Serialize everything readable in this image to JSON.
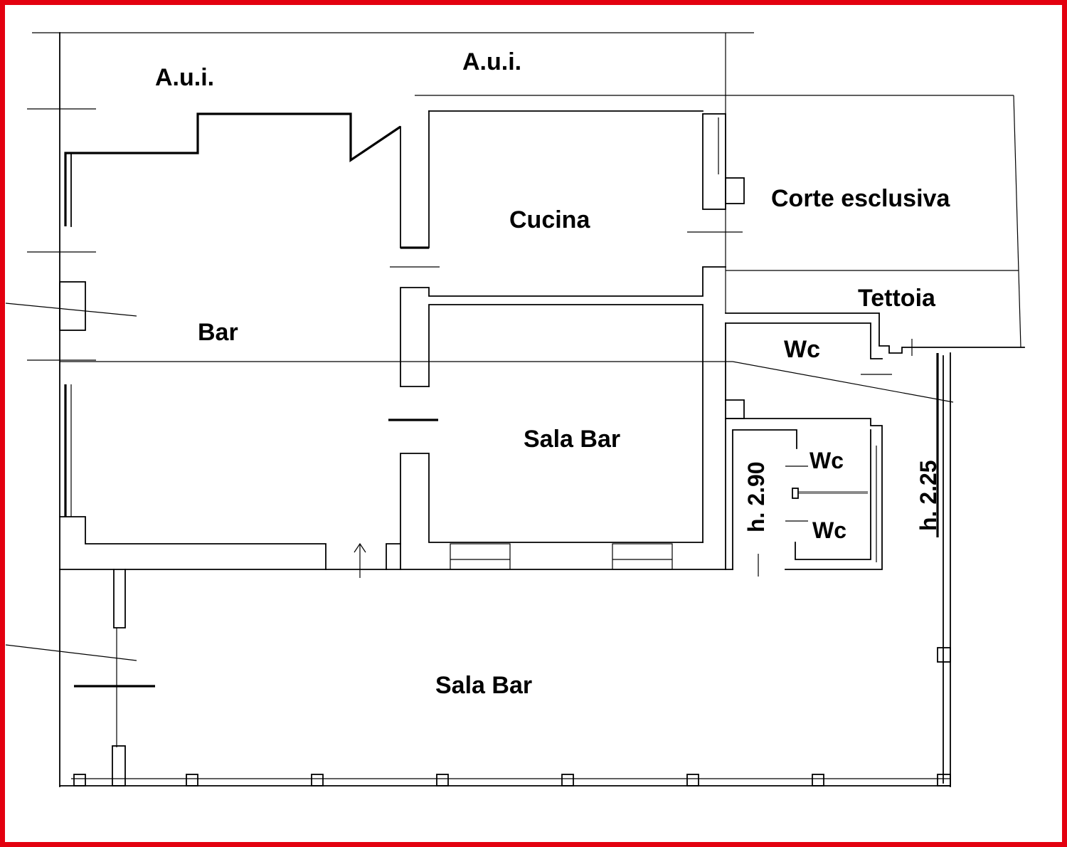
{
  "frame_color": "#e3000f",
  "labels": {
    "aui_left": "A.u.i.",
    "aui_right": "A.u.i.",
    "bar": "Bar",
    "cucina": "Cucina",
    "corte": "Corte esclusiva",
    "tettoia": "Tettoia",
    "wc_top": "Wc",
    "sala_bar_upper": "Sala Bar",
    "wc_mid": "Wc",
    "wc_low": "Wc",
    "height_left": "h. 2.90",
    "height_right": "h. 2.25",
    "sala_bar_lower": "Sala Bar"
  }
}
